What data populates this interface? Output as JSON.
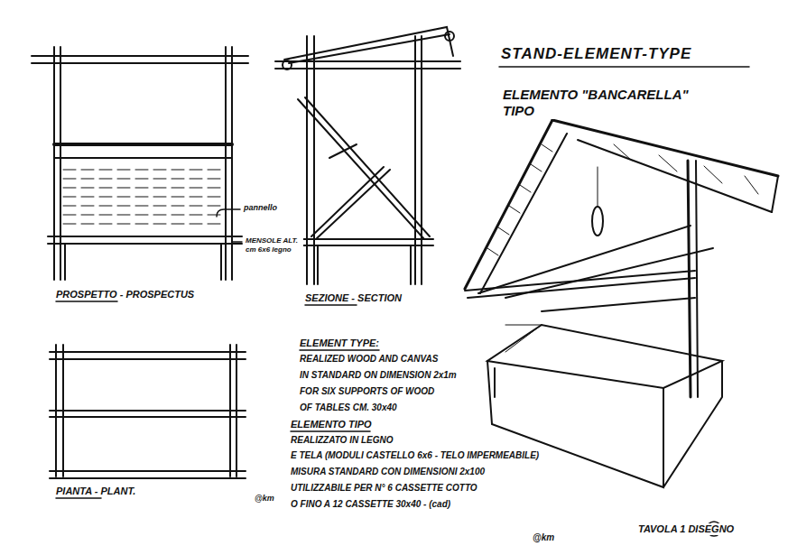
{
  "diagram": {
    "title": "STAND-ELEMENT-TYPE",
    "labels": [
      "ELEMENTO \"BANCARELLA\" TIPO",
      "PROSPETTO - PROSPECTUS",
      "SEZIONE - SECTION",
      "PIANTA - PLANT.",
      "pannello",
      "MENSOLE ALT. cm 6x6 legno",
      "ELEMENT TYPE:",
      "REALIZED WOOD AND CANVAS",
      "IN STANDARD ON DIMENSION 2x1m",
      "FOR SIX SUPPORTS OF WOOD",
      "OF TABLES CM. 30x40",
      "ELEMENTO TIPO",
      "REALIZZATO IN LEGNO",
      "E TELA (MODULI CASTELLO 6x6 - TELO IMPERMEABILE)",
      "MISURA STANDARD CON DIMENSIONI 2x100",
      "UTILIZZABILE PER N° 6 CASSETTE COTTO",
      "O FINO A 12 CASSETTE 30x40 - (cad)",
      "@km",
      "@km",
      "TAVOLA 1 DISEGNO"
    ]
  }
}
